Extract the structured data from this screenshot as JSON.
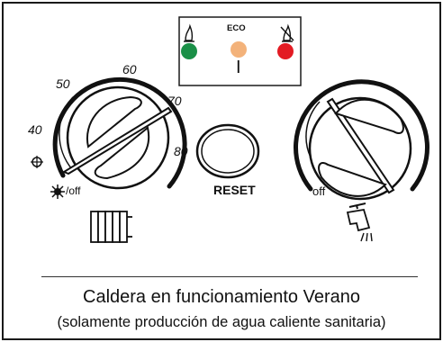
{
  "panel": {
    "indicators": {
      "eco_label": "ECO",
      "lights": [
        {
          "color": "#1a8f47",
          "icon": "flame-icon"
        },
        {
          "color": "#f3b27a",
          "icon": "eco-icon"
        },
        {
          "color": "#e31b23",
          "icon": "flame-off-icon"
        }
      ],
      "position_mark": "I"
    },
    "heating_dial": {
      "scale": [
        "40",
        "50",
        "60",
        "70",
        "80"
      ],
      "off_label": "/off",
      "icons": [
        "snowflake-icon",
        "sun-icon",
        "radiator-icon"
      ]
    },
    "reset": {
      "label": "RESET"
    },
    "dhw_dial": {
      "off_label": "off",
      "icons": [
        "tap-icon"
      ]
    }
  },
  "caption": {
    "title": "Caldera en funcionamiento Verano",
    "subtitle": "(solamente producción de agua caliente sanitaria)"
  },
  "colors": {
    "green_led": "#1a8f47",
    "orange_led": "#f3b27a",
    "red_led": "#e31b23"
  }
}
